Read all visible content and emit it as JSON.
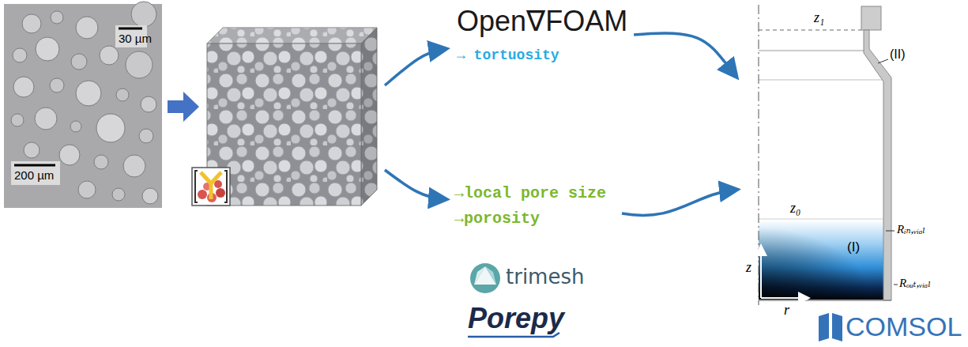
{
  "diagram": {
    "nodes": [
      {
        "text": [
          "30 µm",
          "200 µm"
        ]
      },
      {
        "text": [
          "Open∇FOAM",
          "→ tortuosity"
        ]
      },
      {
        "text": [
          "→local pore size",
          "→porosity",
          "trimesh",
          "Porepy"
        ]
      },
      {
        "text": [
          "z₁",
          "(II)",
          "z₀",
          "Rᵢₙ,ᵥᵢₐₗ",
          "(I)",
          "Rₒᵤₜ,ᵥᵢₐₗ",
          "z",
          "r",
          "COMSOL"
        ]
      }
    ],
    "edges": [
      {
        "from": 1,
        "to": 3,
        "arrow": "to"
      },
      {
        "from": 2,
        "to": 3,
        "arrow": "to"
      }
    ]
  }
}
